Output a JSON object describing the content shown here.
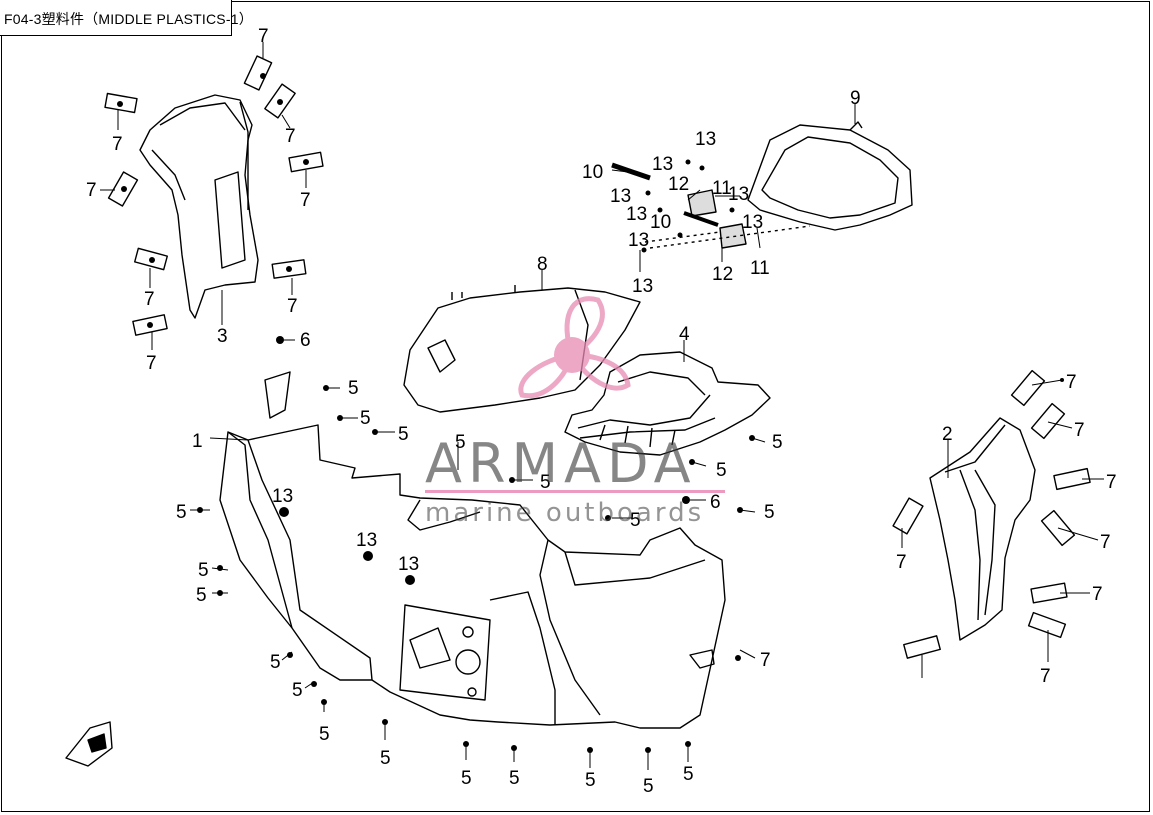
{
  "title": "F04-3塑料件（MIDDLE PLASTICS-1）",
  "watermark": {
    "name": "ARMADA",
    "subtitle": "marine outboards",
    "accent_color": "#e78bb4"
  },
  "callouts": [
    {
      "id": "c7a",
      "text": "7"
    },
    {
      "id": "c7b",
      "text": "7"
    },
    {
      "id": "c7c",
      "text": "7"
    },
    {
      "id": "c7d",
      "text": "7"
    },
    {
      "id": "c7e",
      "text": "7"
    },
    {
      "id": "c7f",
      "text": "7"
    },
    {
      "id": "c7g",
      "text": "7"
    },
    {
      "id": "c7h",
      "text": "7"
    },
    {
      "id": "c3",
      "text": "3"
    },
    {
      "id": "c6a",
      "text": "6"
    },
    {
      "id": "c6b",
      "text": "6"
    },
    {
      "id": "c1",
      "text": "1"
    },
    {
      "id": "c8",
      "text": "8"
    },
    {
      "id": "c4",
      "text": "4"
    },
    {
      "id": "c9",
      "text": "9"
    },
    {
      "id": "c2",
      "text": "2"
    },
    {
      "id": "c10a",
      "text": "10"
    },
    {
      "id": "c10b",
      "text": "10"
    },
    {
      "id": "c11a",
      "text": "11"
    },
    {
      "id": "c11b",
      "text": "11"
    },
    {
      "id": "c12a",
      "text": "12"
    },
    {
      "id": "c12b",
      "text": "12"
    },
    {
      "id": "c13a",
      "text": "13"
    },
    {
      "id": "c13b",
      "text": "13"
    },
    {
      "id": "c13c",
      "text": "13"
    },
    {
      "id": "c13d",
      "text": "13"
    },
    {
      "id": "c13e",
      "text": "13"
    },
    {
      "id": "c13f",
      "text": "13"
    },
    {
      "id": "c13g",
      "text": "13"
    },
    {
      "id": "c13h",
      "text": "13"
    },
    {
      "id": "c13i",
      "text": "13"
    },
    {
      "id": "c13j",
      "text": "13"
    },
    {
      "id": "c13k",
      "text": "13"
    },
    {
      "id": "c5a",
      "text": "5"
    },
    {
      "id": "c5b",
      "text": "5"
    },
    {
      "id": "c5c",
      "text": "5"
    },
    {
      "id": "c5d",
      "text": "5"
    },
    {
      "id": "c5e",
      "text": "5"
    },
    {
      "id": "c5f",
      "text": "5"
    },
    {
      "id": "c5g",
      "text": "5"
    },
    {
      "id": "c5h",
      "text": "5"
    },
    {
      "id": "c5i",
      "text": "5"
    },
    {
      "id": "c5j",
      "text": "5"
    },
    {
      "id": "c5k",
      "text": "5"
    },
    {
      "id": "c5l",
      "text": "5"
    },
    {
      "id": "c5m",
      "text": "5"
    },
    {
      "id": "c5n",
      "text": "5"
    },
    {
      "id": "c5o",
      "text": "5"
    },
    {
      "id": "c5p",
      "text": "5"
    },
    {
      "id": "c5q",
      "text": "5"
    },
    {
      "id": "c5r",
      "text": "5"
    },
    {
      "id": "c5s",
      "text": "5"
    },
    {
      "id": "c5t",
      "text": "5"
    },
    {
      "id": "c5u",
      "text": "5"
    },
    {
      "id": "c7i",
      "text": "7"
    },
    {
      "id": "c7j",
      "text": "7"
    },
    {
      "id": "c7k",
      "text": "7"
    },
    {
      "id": "c7l",
      "text": "7"
    },
    {
      "id": "c7m",
      "text": "7"
    },
    {
      "id": "c7n",
      "text": "7"
    },
    {
      "id": "c7o",
      "text": "7"
    },
    {
      "id": "c7p",
      "text": "7"
    }
  ]
}
